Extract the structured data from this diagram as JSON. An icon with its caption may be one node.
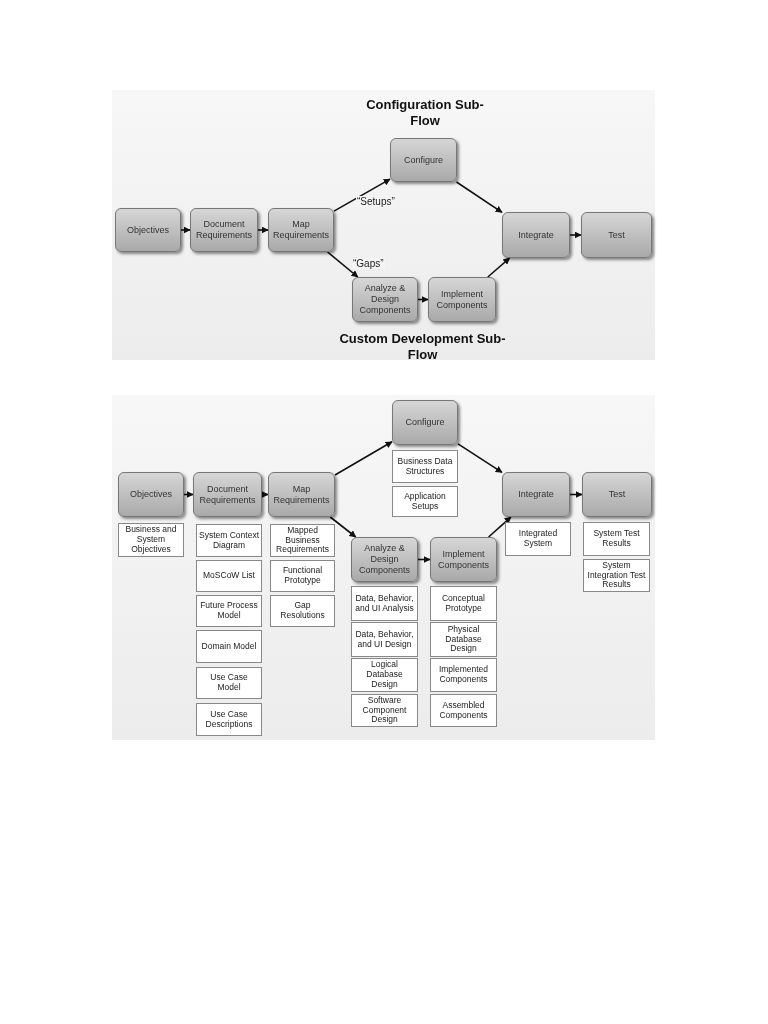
{
  "diagram": {
    "nodes": [
      {
        "text": [
          "Objectives"
        ]
      },
      {
        "text": [
          "Document Requirements"
        ]
      },
      {
        "text": [
          "Map Requirements"
        ]
      },
      {
        "text": [
          "Configure"
        ]
      },
      {
        "text": [
          "Analyze & Design Components"
        ]
      },
      {
        "text": [
          "Implement Components"
        ]
      },
      {
        "text": [
          "Integrate"
        ]
      },
      {
        "text": [
          "Test"
        ]
      },
      {
        "text": [
          "Objectives"
        ]
      },
      {
        "text": [
          "Document Requirements"
        ]
      },
      {
        "text": [
          "Map Requirements"
        ]
      },
      {
        "text": [
          "Configure"
        ]
      },
      {
        "text": [
          "Analyze & Design Components"
        ]
      },
      {
        "text": [
          "Implement Components"
        ]
      },
      {
        "text": [
          "Integrate"
        ]
      },
      {
        "text": [
          "Test"
        ]
      },
      {
        "text": [
          "Business and System Objectives"
        ]
      },
      {
        "text": [
          "System Context Diagram"
        ]
      },
      {
        "text": [
          "MoSCoW List"
        ]
      },
      {
        "text": [
          "Future Process Model"
        ]
      },
      {
        "text": [
          "Domain Model"
        ]
      },
      {
        "text": [
          "Use Case Model"
        ]
      },
      {
        "text": [
          "Use Case Descriptions"
        ]
      },
      {
        "text": [
          "Mapped Business Requirements"
        ]
      },
      {
        "text": [
          "Functional Prototype"
        ]
      },
      {
        "text": [
          "Gap Resolutions"
        ]
      },
      {
        "text": [
          "Business Data Structures"
        ]
      },
      {
        "text": [
          "Application Setups"
        ]
      },
      {
        "text": [
          "Data, Behavior, and UI Analysis"
        ]
      },
      {
        "text": [
          "Data, Behavior, and UI Design"
        ]
      },
      {
        "text": [
          "Logical Database Design"
        ]
      },
      {
        "text": [
          "Software Component Design"
        ]
      },
      {
        "text": [
          "Conceptual Prototype"
        ]
      },
      {
        "text": [
          "Physical Database Design"
        ]
      },
      {
        "text": [
          "Implemented Components"
        ]
      },
      {
        "text": [
          "Assembled Components"
        ]
      },
      {
        "text": [
          "Integrated System"
        ]
      },
      {
        "text": [
          "System Test Results"
        ]
      },
      {
        "text": [
          "System Integration Test Results"
        ]
      }
    ],
    "edges": [
      {
        "from": 0,
        "to": 1,
        "arrow": "to"
      },
      {
        "from": 1,
        "to": 2,
        "arrow": "to"
      },
      {
        "from": 2,
        "to": 3,
        "arrow": "to",
        "label": "“Setups”"
      },
      {
        "from": 2,
        "to": 4,
        "arrow": "to",
        "label": "“Gaps”"
      },
      {
        "from": 3,
        "to": 6,
        "arrow": "to"
      },
      {
        "from": 4,
        "to": 5,
        "arrow": "to"
      },
      {
        "from": 5,
        "to": 6,
        "arrow": "to"
      },
      {
        "from": 6,
        "to": 7,
        "arrow": "to"
      },
      {
        "from": 8,
        "to": 9,
        "arrow": "to"
      },
      {
        "from": 9,
        "to": 10,
        "arrow": "to"
      },
      {
        "from": 10,
        "to": 11,
        "arrow": "to"
      },
      {
        "from": 10,
        "to": 12,
        "arrow": "to"
      },
      {
        "from": 11,
        "to": 14,
        "arrow": "to"
      },
      {
        "from": 12,
        "to": 13,
        "arrow": "to"
      },
      {
        "from": 13,
        "to": 14,
        "arrow": "to"
      },
      {
        "from": 14,
        "to": 15,
        "arrow": "to"
      }
    ],
    "labels": [
      "Configuration Sub-Flow",
      "Custom Development Sub-Flow"
    ]
  }
}
